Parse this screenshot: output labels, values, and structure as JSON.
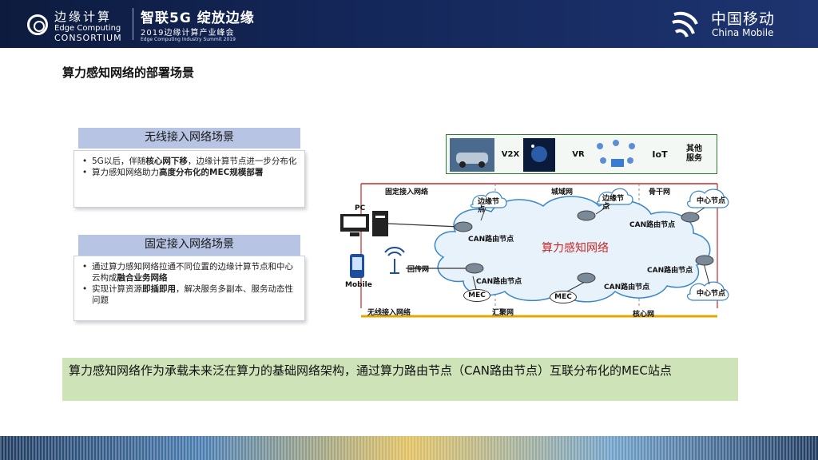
{
  "header": {
    "logo_cn": "边缘计算",
    "logo_en1": "Edge Computing",
    "logo_en2": "CONSORTIUM",
    "summit_title": "智联5G  绽放边缘",
    "summit_sub": "2019边缘计算产业峰会",
    "summit_en": "Edge Computing Industry Summit 2019",
    "brand_cn": "中国移动",
    "brand_en": "China Mobile"
  },
  "page_title": "算力感知网络的部署场景",
  "wireless_box": {
    "title": "无线接入网络场景",
    "items": [
      {
        "pre": "5G以后，伴随",
        "bold": "核心网下移",
        "post": "，边缘计算节点进一步分布化"
      },
      {
        "pre": "算力感知网络助力",
        "bold": "高度分布化的MEC规模部署",
        "post": ""
      }
    ]
  },
  "fixed_box": {
    "title": "固定接入网络场景",
    "items": [
      {
        "pre": "通过算力感知网络拉通不同位置的边缘计算节点和中心云构成",
        "bold": "融合业务网络",
        "post": ""
      },
      {
        "pre": "实现计算资源",
        "bold": "即插即用",
        "post": "，解决服务多副本、服务动态性问题"
      }
    ]
  },
  "diagram": {
    "services": {
      "v2x": "V2X",
      "vr": "VR",
      "iot": "IoT",
      "other": "其他\n服务"
    },
    "fixed_access": "固定接入网络",
    "metro": "城域网",
    "backbone": "骨干网",
    "wireless_access": "无线接入网络",
    "aggregation": "汇聚网",
    "core": "核心网",
    "backhaul": "回传网",
    "pc": "PC",
    "mobile": "Mobile",
    "edge_node_1": "边缘节\n点",
    "edge_node_2": "边缘节\n点",
    "center_node_1": "中心节点",
    "center_node_2": "中心节点",
    "can_node": "CAN路由节点",
    "cloud_label": "算力感知网络",
    "mec": "MEC"
  },
  "summary": "算力感知网络作为承载未来泛在算力的基础网络架构，通过算力路由节点（CAN路由节点）互联分布化的MEC站点",
  "colors": {
    "header_bg": "#14275a",
    "box_head": "#b7c4e3",
    "summary_bg": "#cfe3b8",
    "cloud_text": "#c62828",
    "line_red": "#c62828",
    "line_gold": "#e0a800"
  }
}
